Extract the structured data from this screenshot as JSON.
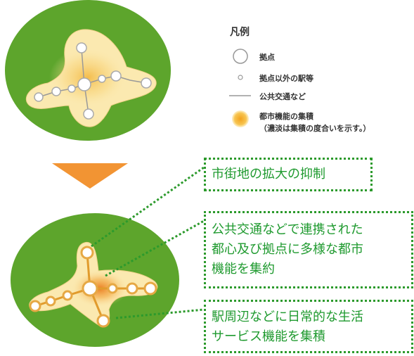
{
  "legend": {
    "title": "凡例",
    "items": [
      {
        "icon": "hub-circle-icon",
        "label": "拠点"
      },
      {
        "icon": "station-dot-icon",
        "label": "拠点以外の駅等"
      },
      {
        "icon": "transit-line-icon",
        "label": "公共交通など"
      },
      {
        "icon": "function-cluster-icon",
        "label": "都市機能の集積",
        "note": "（濃淡は集積の度合いを示す。）"
      }
    ]
  },
  "callouts": [
    {
      "lines": [
        "市街地の拡大の抑制"
      ]
    },
    {
      "lines": [
        "公共交通などで連携された",
        "都心及び拠点に多様な都市",
        "機能を集約"
      ]
    },
    {
      "lines": [
        "駅周辺などに日常的な生活",
        "サービス機能を集積"
      ]
    }
  ],
  "colors": {
    "green": "#5da52c",
    "cream": "#fbe9b0",
    "orange": "#f5a623",
    "arrow": "#f29433",
    "callout": "#2c9a2c"
  }
}
